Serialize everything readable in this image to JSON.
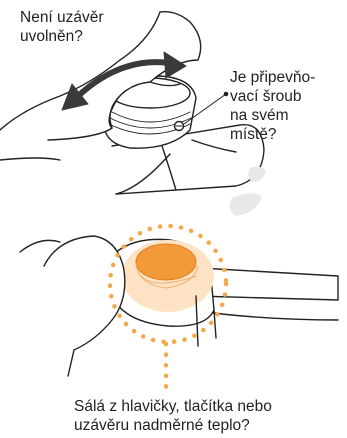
{
  "labels": {
    "cap_question": "Není uzávěr\nuvolněn?",
    "screw_question": "Je připevňo-\nvací šroub\nna svém\nmístě?",
    "heat_question": "Sálá z hlavičky, tlačítka nebo\nuzávěru nadměrné teplo?"
  },
  "colors": {
    "line": "#222222",
    "arrow": "#3a3a3a",
    "heat_fill": "#f29a3a",
    "heat_dots": "#f5a84a",
    "shadow": "#e6e6e6"
  },
  "icons": {
    "rotate": "curved-double-arrow-icon",
    "heat": "glowing-button-icon"
  }
}
